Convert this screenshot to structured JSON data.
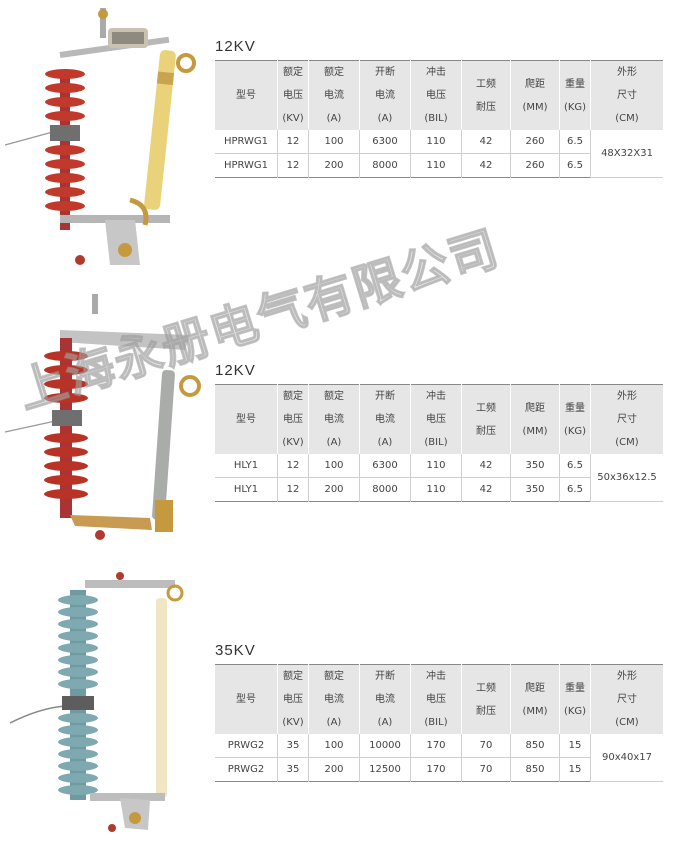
{
  "headers": [
    [
      "型号"
    ],
    [
      "额定",
      "电压",
      "(KV)"
    ],
    [
      "额定",
      "电流",
      "(A)"
    ],
    [
      "开断",
      "电流",
      "(A)"
    ],
    [
      "冲击",
      "电压",
      "(BIL)"
    ],
    [
      "工频",
      "耐压"
    ],
    [
      "爬距",
      "(MM)"
    ],
    [
      "重量",
      "(KG)"
    ],
    [
      "外形",
      "尺寸",
      "(CM)"
    ]
  ],
  "products": [
    {
      "title": "12KV",
      "rows": [
        [
          "HPRWG1",
          "12",
          "100",
          "6300",
          "110",
          "42",
          "260",
          "6.5"
        ],
        [
          "HPRWG1",
          "12",
          "200",
          "8000",
          "110",
          "42",
          "260",
          "6.5"
        ]
      ],
      "dimension": "48X32X31",
      "colors": {
        "insulator": "#c0392b",
        "tube": "#e9d27a"
      }
    },
    {
      "title": "12KV",
      "rows": [
        [
          "HLY1",
          "12",
          "100",
          "6300",
          "110",
          "42",
          "350",
          "6.5"
        ],
        [
          "HLY1",
          "12",
          "200",
          "8000",
          "110",
          "42",
          "350",
          "6.5"
        ]
      ],
      "dimension": "50x36x12.5",
      "colors": {
        "insulator": "#b83226",
        "tube": "#a9aca8"
      }
    },
    {
      "title": "35KV",
      "rows": [
        [
          "PRWG2",
          "35",
          "100",
          "10000",
          "170",
          "70",
          "850",
          "15"
        ],
        [
          "PRWG2",
          "35",
          "200",
          "12500",
          "170",
          "70",
          "850",
          "15"
        ]
      ],
      "dimension": "90x40x17",
      "colors": {
        "insulator": "#7fa9b0",
        "tube": "#f0e6c4"
      }
    }
  ],
  "watermark": "上海永册电气有限公司"
}
